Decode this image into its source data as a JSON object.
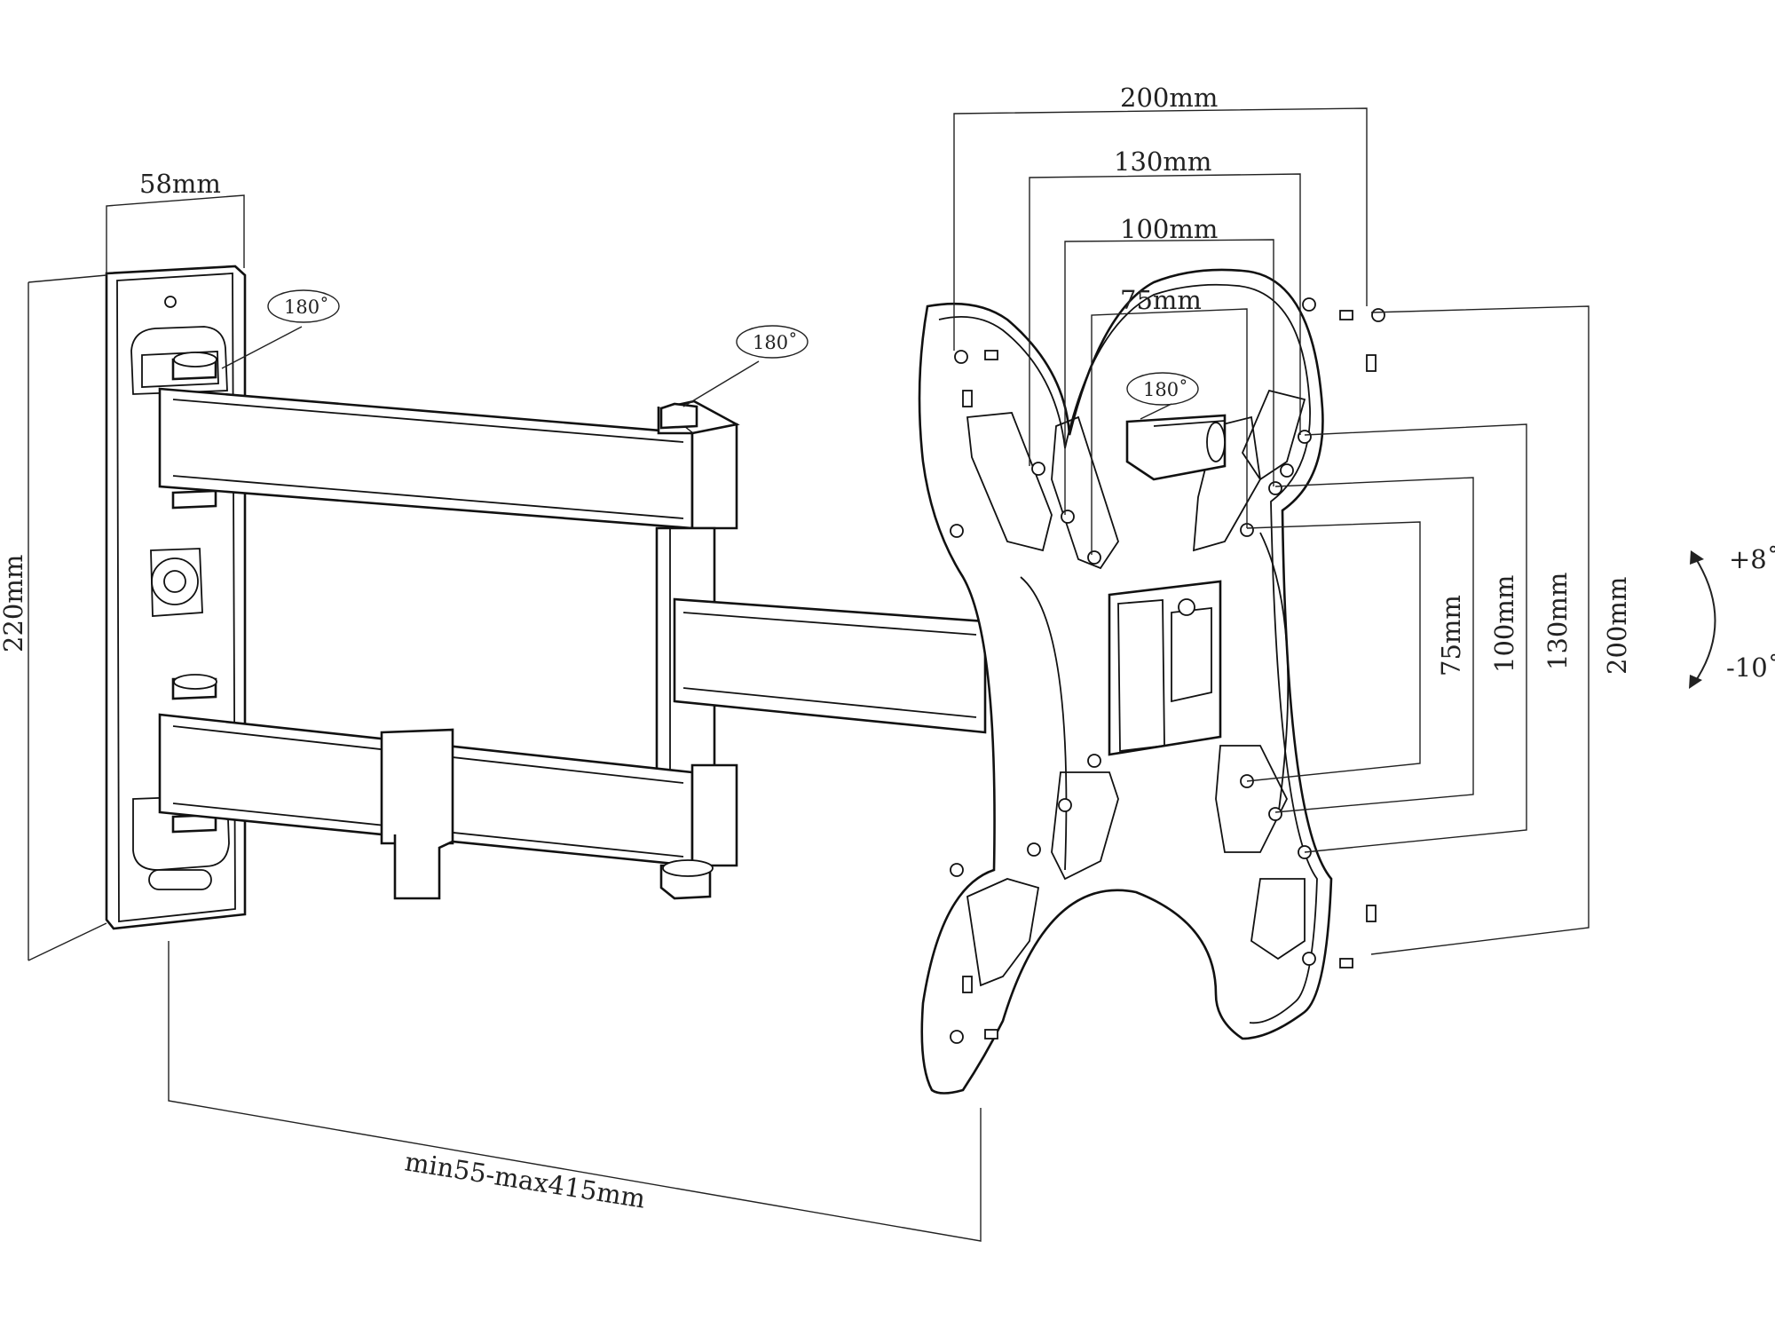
{
  "dimensions": {
    "wall_plate_width": "58mm",
    "wall_plate_height": "220mm",
    "extension": "min55-max415mm",
    "vesa_horizontal": [
      "200mm",
      "130mm",
      "100mm",
      "75mm"
    ],
    "vesa_vertical": [
      "75mm",
      "100mm",
      "130mm",
      "200mm"
    ]
  },
  "rotations": {
    "wall_pivot": "180˚",
    "arm_pivot": "180˚",
    "head_pivot": "180˚"
  },
  "tilt": {
    "up": "+8˚",
    "down": "-10˚"
  }
}
